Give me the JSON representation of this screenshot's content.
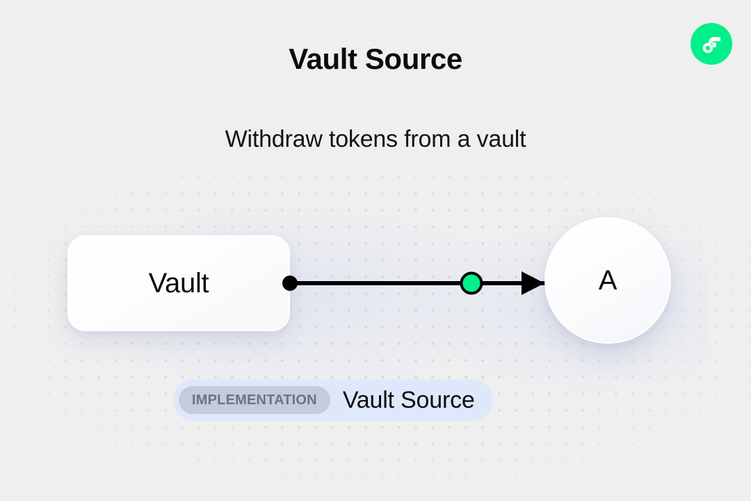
{
  "header": {
    "title": "Vault Source",
    "subtitle": "Withdraw tokens from a vault",
    "logo_icon": "flow-logo-icon"
  },
  "diagram": {
    "source_node": {
      "label": "Vault",
      "shape": "rounded-rectangle",
      "port_icon": "source-port-dot-icon"
    },
    "target_node": {
      "label": "A",
      "shape": "circle"
    },
    "edge": {
      "marker_icon": "edge-midpoint-dot-icon",
      "arrow_icon": "arrow-head-icon",
      "direction": "source-to-target"
    }
  },
  "badge": {
    "kind_label": "IMPLEMENTATION",
    "name": "Vault Source"
  },
  "colors": {
    "background": "#efeff0",
    "accent_green": "#02ef8b",
    "edge_black": "#000000",
    "badge_outer": "#dfe7fb",
    "badge_chip": "#c3ccde",
    "badge_chip_text": "#6b7384",
    "dot_grid": "#d9d9dd"
  }
}
